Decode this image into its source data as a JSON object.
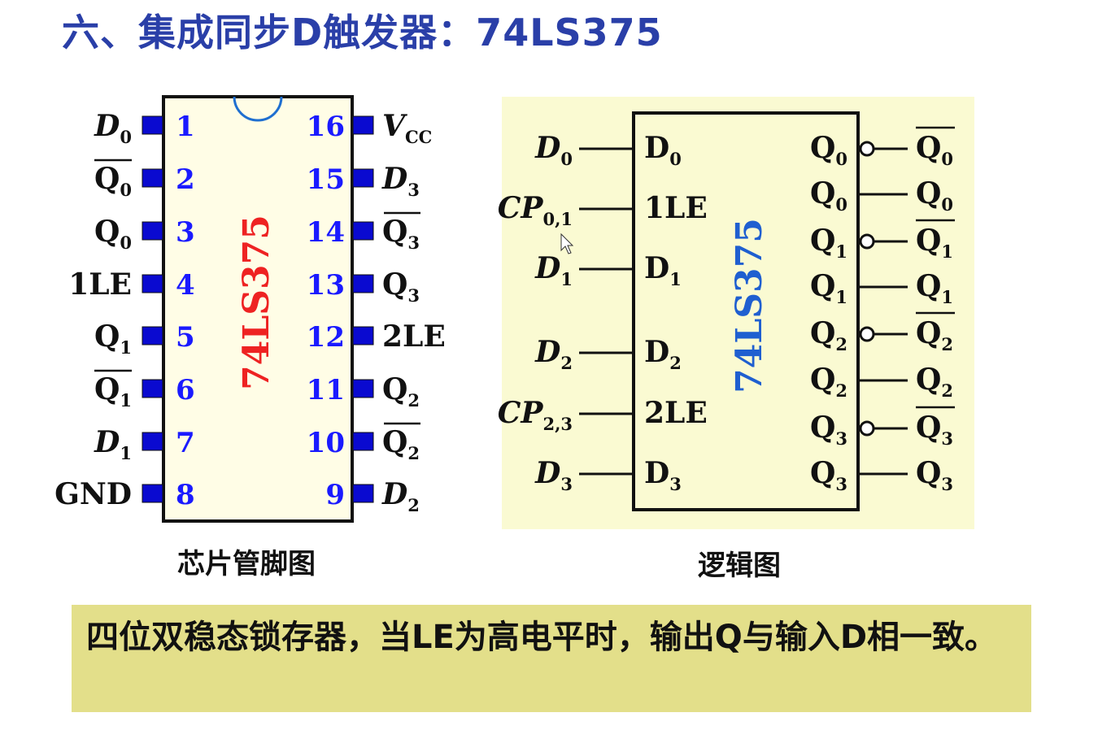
{
  "title": "六、集成同步D触发器：74LS375",
  "captions": {
    "pinout": "芯片管脚图",
    "logic": "逻辑图"
  },
  "note": "四位双稳态锁存器，当LE为高电平时，输出Q与输入D相一致。",
  "chip_label": "74LS375",
  "colors": {
    "title": "#2a3fa8",
    "pin_number": "#1a1aff",
    "chip_label_pinout": "#ee2222",
    "chip_label_logic": "#1f5fd0",
    "panel_bg": "#fafad2",
    "chip_fill": "#fffde6",
    "note_bg": "#e3df8a"
  },
  "pinout": {
    "left_pins": [
      {
        "num": "1",
        "name": "D",
        "sub": "0",
        "italic": true,
        "bar": false
      },
      {
        "num": "2",
        "name": "Q",
        "sub": "0",
        "italic": false,
        "bar": true
      },
      {
        "num": "3",
        "name": "Q",
        "sub": "0",
        "italic": false,
        "bar": false
      },
      {
        "num": "4",
        "name": "1LE",
        "sub": "",
        "italic": false,
        "bar": false
      },
      {
        "num": "5",
        "name": "Q",
        "sub": "1",
        "italic": false,
        "bar": false
      },
      {
        "num": "6",
        "name": "Q",
        "sub": "1",
        "italic": false,
        "bar": true
      },
      {
        "num": "7",
        "name": "D",
        "sub": "1",
        "italic": true,
        "bar": false
      },
      {
        "num": "8",
        "name": "GND",
        "sub": "",
        "italic": false,
        "bar": false
      }
    ],
    "right_pins": [
      {
        "num": "16",
        "name": "V",
        "sub": "CC",
        "italic": true,
        "bar": false
      },
      {
        "num": "15",
        "name": "D",
        "sub": "3",
        "italic": true,
        "bar": false
      },
      {
        "num": "14",
        "name": "Q",
        "sub": "3",
        "italic": false,
        "bar": true
      },
      {
        "num": "13",
        "name": "Q",
        "sub": "3",
        "italic": false,
        "bar": false
      },
      {
        "num": "12",
        "name": "2LE",
        "sub": "",
        "italic": false,
        "bar": false
      },
      {
        "num": "11",
        "name": "Q",
        "sub": "2",
        "italic": false,
        "bar": false
      },
      {
        "num": "10",
        "name": "Q",
        "sub": "2",
        "italic": false,
        "bar": true
      },
      {
        "num": "9",
        "name": "D",
        "sub": "2",
        "italic": true,
        "bar": false
      }
    ]
  },
  "logic": {
    "inputs": [
      {
        "ext": "D",
        "ext_sub": "0",
        "int": "D",
        "int_sub": "0"
      },
      {
        "ext": "CP",
        "ext_sub": "0,1",
        "int": "1LE",
        "int_sub": ""
      },
      {
        "ext": "D",
        "ext_sub": "1",
        "int": "D",
        "int_sub": "1"
      },
      {
        "ext": "D",
        "ext_sub": "2",
        "int": "D",
        "int_sub": "2"
      },
      {
        "ext": "CP",
        "ext_sub": "2,3",
        "int": "2LE",
        "int_sub": ""
      },
      {
        "ext": "D",
        "ext_sub": "3",
        "int": "D",
        "int_sub": "3"
      }
    ],
    "outputs": [
      {
        "int": "Q",
        "int_sub": "0",
        "ext": "Q",
        "ext_sub": "0",
        "inverted": true
      },
      {
        "int": "Q",
        "int_sub": "0",
        "ext": "Q",
        "ext_sub": "0",
        "inverted": false
      },
      {
        "int": "Q",
        "int_sub": "1",
        "ext": "Q",
        "ext_sub": "1",
        "inverted": true
      },
      {
        "int": "Q",
        "int_sub": "1",
        "ext": "Q",
        "ext_sub": "1",
        "inverted": false
      },
      {
        "int": "Q",
        "int_sub": "2",
        "ext": "Q",
        "ext_sub": "2",
        "inverted": true
      },
      {
        "int": "Q",
        "int_sub": "2",
        "ext": "Q",
        "ext_sub": "2",
        "inverted": false
      },
      {
        "int": "Q",
        "int_sub": "3",
        "ext": "Q",
        "ext_sub": "3",
        "inverted": true
      },
      {
        "int": "Q",
        "int_sub": "3",
        "ext": "Q",
        "ext_sub": "3",
        "inverted": false
      }
    ]
  }
}
